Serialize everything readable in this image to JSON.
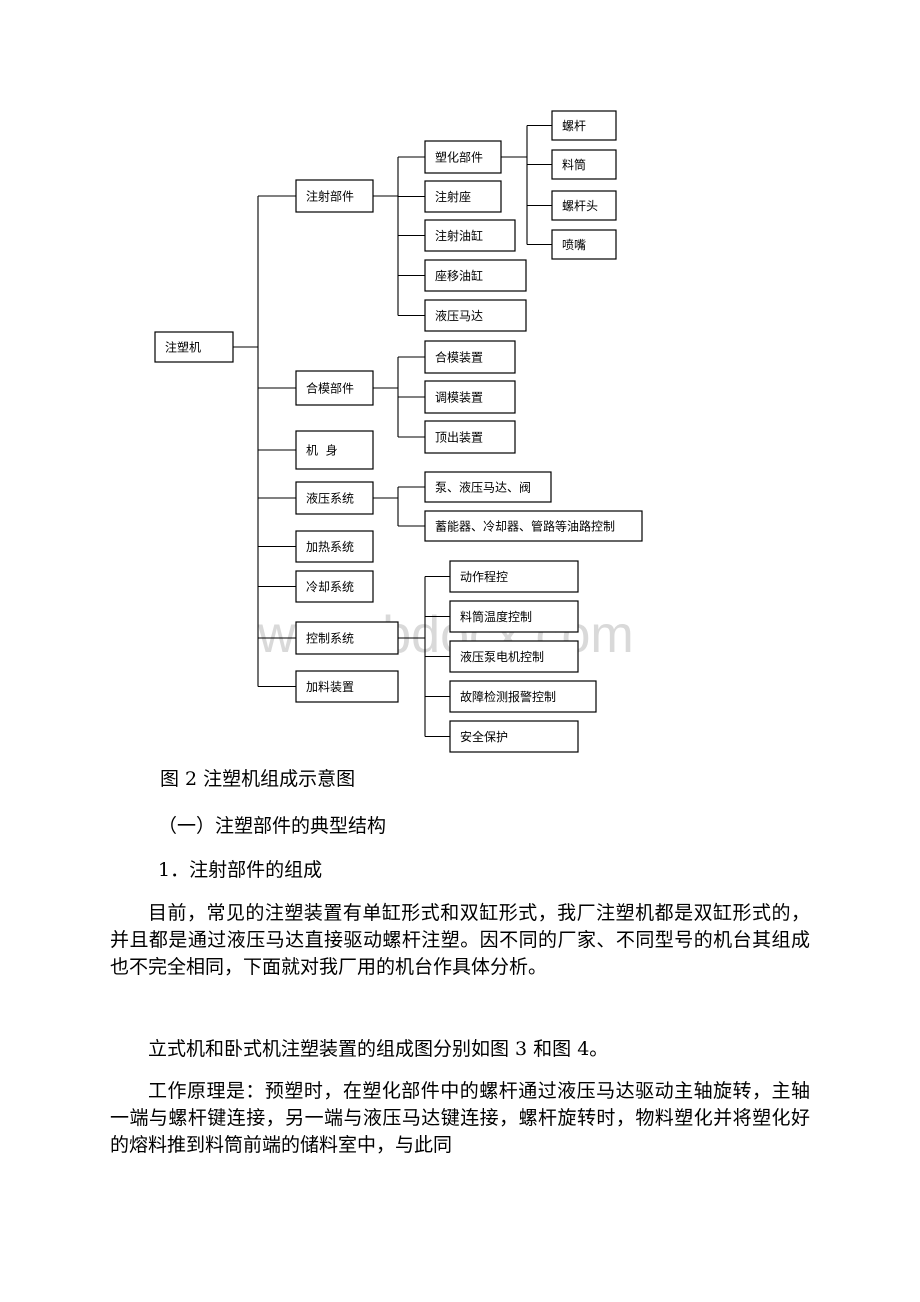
{
  "diagram": {
    "root": {
      "id": "root",
      "label": "注塑机"
    },
    "watermark": "www.bdocx.com",
    "nodes": [
      {
        "id": "n1",
        "label": "注射部件"
      },
      {
        "id": "n1a",
        "label": "塑化部件"
      },
      {
        "id": "n1a1",
        "label": "螺杆"
      },
      {
        "id": "n1a2",
        "label": "料筒"
      },
      {
        "id": "n1a3",
        "label": "螺杆头"
      },
      {
        "id": "n1a4",
        "label": "喷嘴"
      },
      {
        "id": "n1b",
        "label": "注射座"
      },
      {
        "id": "n1c",
        "label": "注射油缸"
      },
      {
        "id": "n1d",
        "label": "座移油缸"
      },
      {
        "id": "n1e",
        "label": "液压马达"
      },
      {
        "id": "n2",
        "label": "合模部件"
      },
      {
        "id": "n2a",
        "label": "合模装置"
      },
      {
        "id": "n2b",
        "label": "调模装置"
      },
      {
        "id": "n2c",
        "label": "顶出装置"
      },
      {
        "id": "n3",
        "label": "机  身"
      },
      {
        "id": "n4",
        "label": "液压系统"
      },
      {
        "id": "n4a",
        "label": "泵、液压马达、阀"
      },
      {
        "id": "n4b",
        "label": "蓄能器、冷却器、管路等油路控制"
      },
      {
        "id": "n5",
        "label": "加热系统"
      },
      {
        "id": "n6",
        "label": "冷却系统"
      },
      {
        "id": "n7",
        "label": "控制系统"
      },
      {
        "id": "n7a",
        "label": "动作程控"
      },
      {
        "id": "n7b",
        "label": "料筒温度控制"
      },
      {
        "id": "n7c",
        "label": "液压泵电机控制"
      },
      {
        "id": "n7d",
        "label": "故障检测报警控制"
      },
      {
        "id": "n7e",
        "label": "安全保护"
      },
      {
        "id": "n8",
        "label": "加料装置"
      }
    ]
  },
  "text": {
    "figure_caption": "图 2 注塑机组成示意图",
    "section_heading": "（一）注塑部件的典型结构",
    "subheading": "1．注射部件的组成",
    "paragraphs": [
      "目前，常见的注塑装置有单缸形式和双缸形式，我厂注塑机都是双缸形式的，并且都是通过液压马达直接驱动螺杆注塑。因不同的厂家、不同型号的机台其组成也不完全相同，下面就对我厂用的机台作具体分析。",
      "立式机和卧式机注塑装置的组成图分别如图 3 和图 4。",
      "工作原理是：预塑时，在塑化部件中的螺杆通过液压马达驱动主轴旋转，主轴一端与螺杆键连接，另一端与液压马达键连接，螺杆旋转时，物料塑化并将塑化好的熔料推到料筒前端的储料室中，与此同"
    ]
  }
}
